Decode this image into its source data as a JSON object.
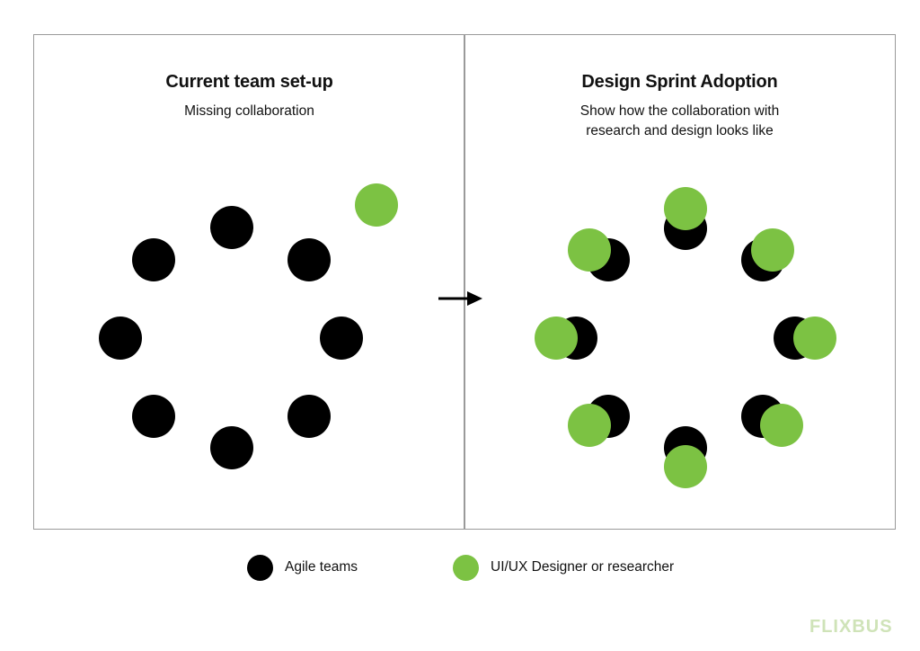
{
  "left_panel": {
    "title": "Current team set-up",
    "subtitle": "Missing collaboration"
  },
  "right_panel": {
    "title": "Design Sprint Adoption",
    "subtitle_lines": [
      "Show how the collaboration with",
      "research and design looks like"
    ]
  },
  "legend": {
    "agile": {
      "label": "Agile teams",
      "color": "#000000"
    },
    "designer": {
      "label": "UI/UX Designer or researcher",
      "color": "#7cc243"
    }
  },
  "logo": {
    "text": "FLIXBUS",
    "color": "#cfe3b8"
  },
  "colors": {
    "black": "#000000",
    "green": "#7cc243",
    "border": "#9a9a9a"
  }
}
